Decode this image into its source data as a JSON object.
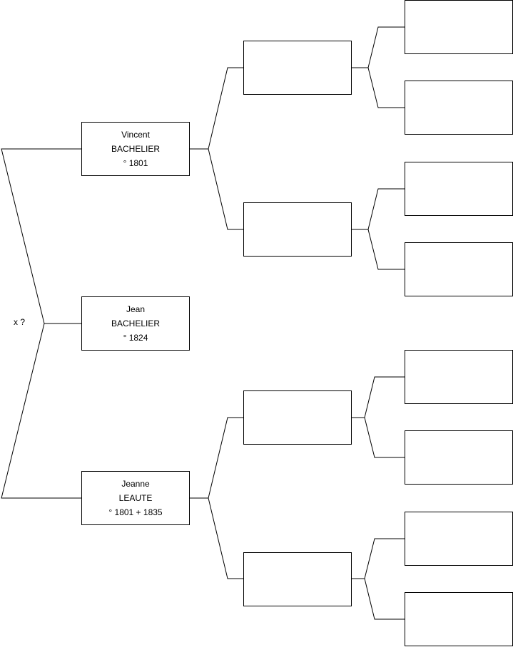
{
  "persons": {
    "subject": {
      "first_name": "Jean",
      "last_name": "BACHELIER",
      "dates": "° 1824"
    },
    "father": {
      "first_name": "Vincent",
      "last_name": "BACHELIER",
      "dates": "° 1801"
    },
    "mother": {
      "first_name": "Jeanne",
      "last_name": "LEAUTE",
      "dates": "° 1801 + 1835"
    }
  },
  "marriage_label": "x ?",
  "empty_ancestor_boxes": {
    "grandparents": 4,
    "great_grandparents": 8
  }
}
